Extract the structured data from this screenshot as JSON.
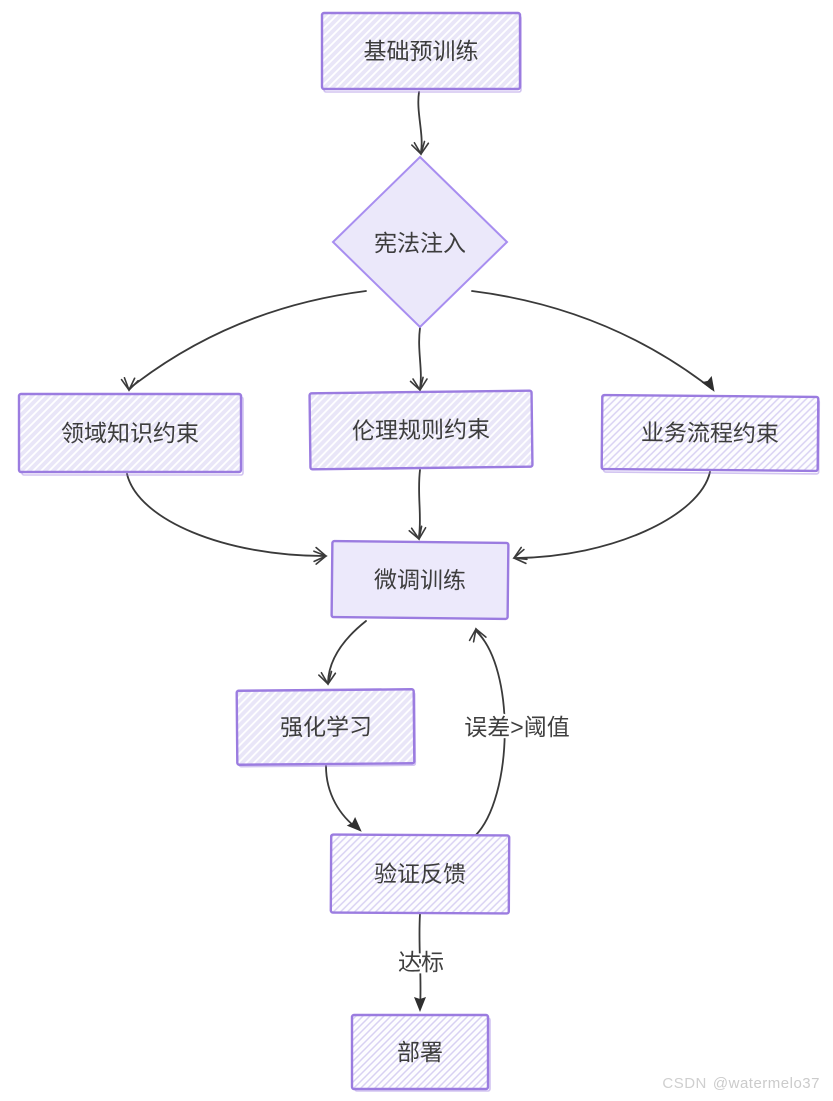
{
  "diagram": {
    "nodes": {
      "pretrain": {
        "label": "基础预训练",
        "shape": "rect"
      },
      "constitution": {
        "label": "宪法注入",
        "shape": "diamond"
      },
      "domain": {
        "label": "领域知识约束",
        "shape": "rect"
      },
      "ethics": {
        "label": "伦理规则约束",
        "shape": "rect"
      },
      "business": {
        "label": "业务流程约束",
        "shape": "rect"
      },
      "finetune": {
        "label": "微调训练",
        "shape": "rect"
      },
      "rl": {
        "label": "强化学习",
        "shape": "rect"
      },
      "verify": {
        "label": "验证反馈",
        "shape": "rect"
      },
      "deploy": {
        "label": "部署",
        "shape": "rect"
      }
    },
    "edges": [
      {
        "from": "pretrain",
        "to": "constitution",
        "label": ""
      },
      {
        "from": "constitution",
        "to": "domain",
        "label": ""
      },
      {
        "from": "constitution",
        "to": "ethics",
        "label": ""
      },
      {
        "from": "constitution",
        "to": "business",
        "label": ""
      },
      {
        "from": "domain",
        "to": "finetune",
        "label": ""
      },
      {
        "from": "ethics",
        "to": "finetune",
        "label": ""
      },
      {
        "from": "business",
        "to": "finetune",
        "label": ""
      },
      {
        "from": "finetune",
        "to": "rl",
        "label": ""
      },
      {
        "from": "rl",
        "to": "verify",
        "label": ""
      },
      {
        "from": "verify",
        "to": "finetune",
        "label": "误差>阈值"
      },
      {
        "from": "verify",
        "to": "deploy",
        "label": "达标"
      }
    ],
    "edge_labels": {
      "error_gt_threshold": "误差>阈值",
      "meets_standard": "达标"
    },
    "colors": {
      "node_border": "#9b7ce0",
      "diamond_border": "#a88ef0",
      "node_fill_flat": "#ece9fb",
      "hatch_bg_lavender": "#e9e6f8",
      "hatch_line_white": "#ffffff",
      "hatch_bg_white": "#fdfdff",
      "hatch_line_lavender": "#d8d1f3",
      "edge_stroke": "#3a3a3a",
      "text": "#3d3d3d",
      "watermark": "#cfcfcf"
    },
    "watermark": {
      "brand": "CSDN",
      "handle": "@watermelo37"
    }
  }
}
